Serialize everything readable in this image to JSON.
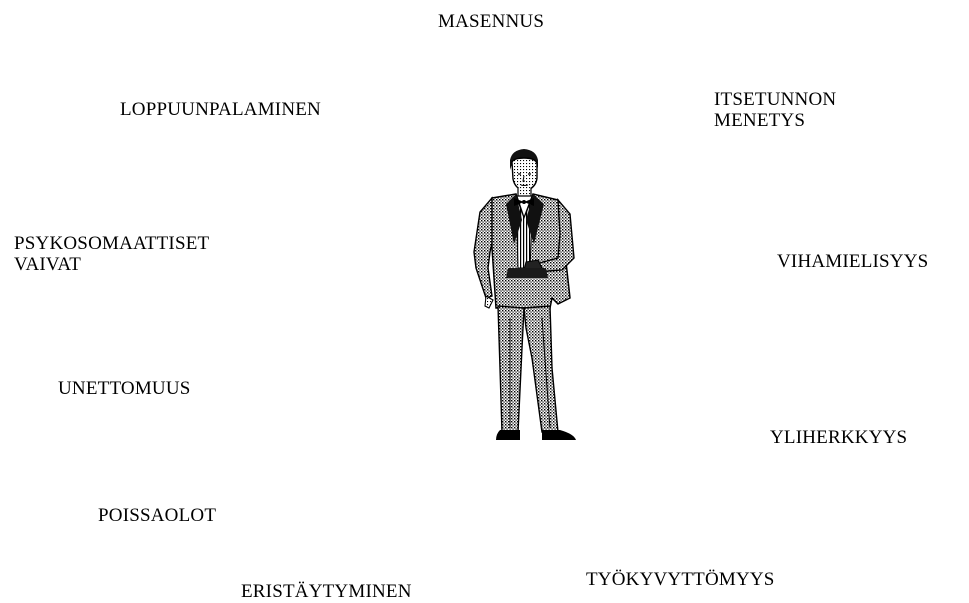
{
  "terms": {
    "masennus": "MASENNUS",
    "loppuunpalaminen": "LOPPUUNPALAMINEN",
    "itsetunnon_line1": "ITSETUNNON",
    "itsetunnon_line2": "MENETYS",
    "psykosomaattiset_line1": "PSYKOSOMAATTISET",
    "psykosomaattiset_line2": "VAIVAT",
    "vihamielisyys": "VIHAMIELISYYS",
    "unettomuus": "UNETTOMUUS",
    "yliherkkyys": "YLIHERKKYYS",
    "poissaolot": "POISSAOLOT",
    "tyokyvyttomyys": "TYÖKYVYTTÖMYYS",
    "eristaytyminen": "ERISTÄYTYMINEN"
  },
  "figure": {
    "icon": "man-in-tuxedo-icon"
  }
}
